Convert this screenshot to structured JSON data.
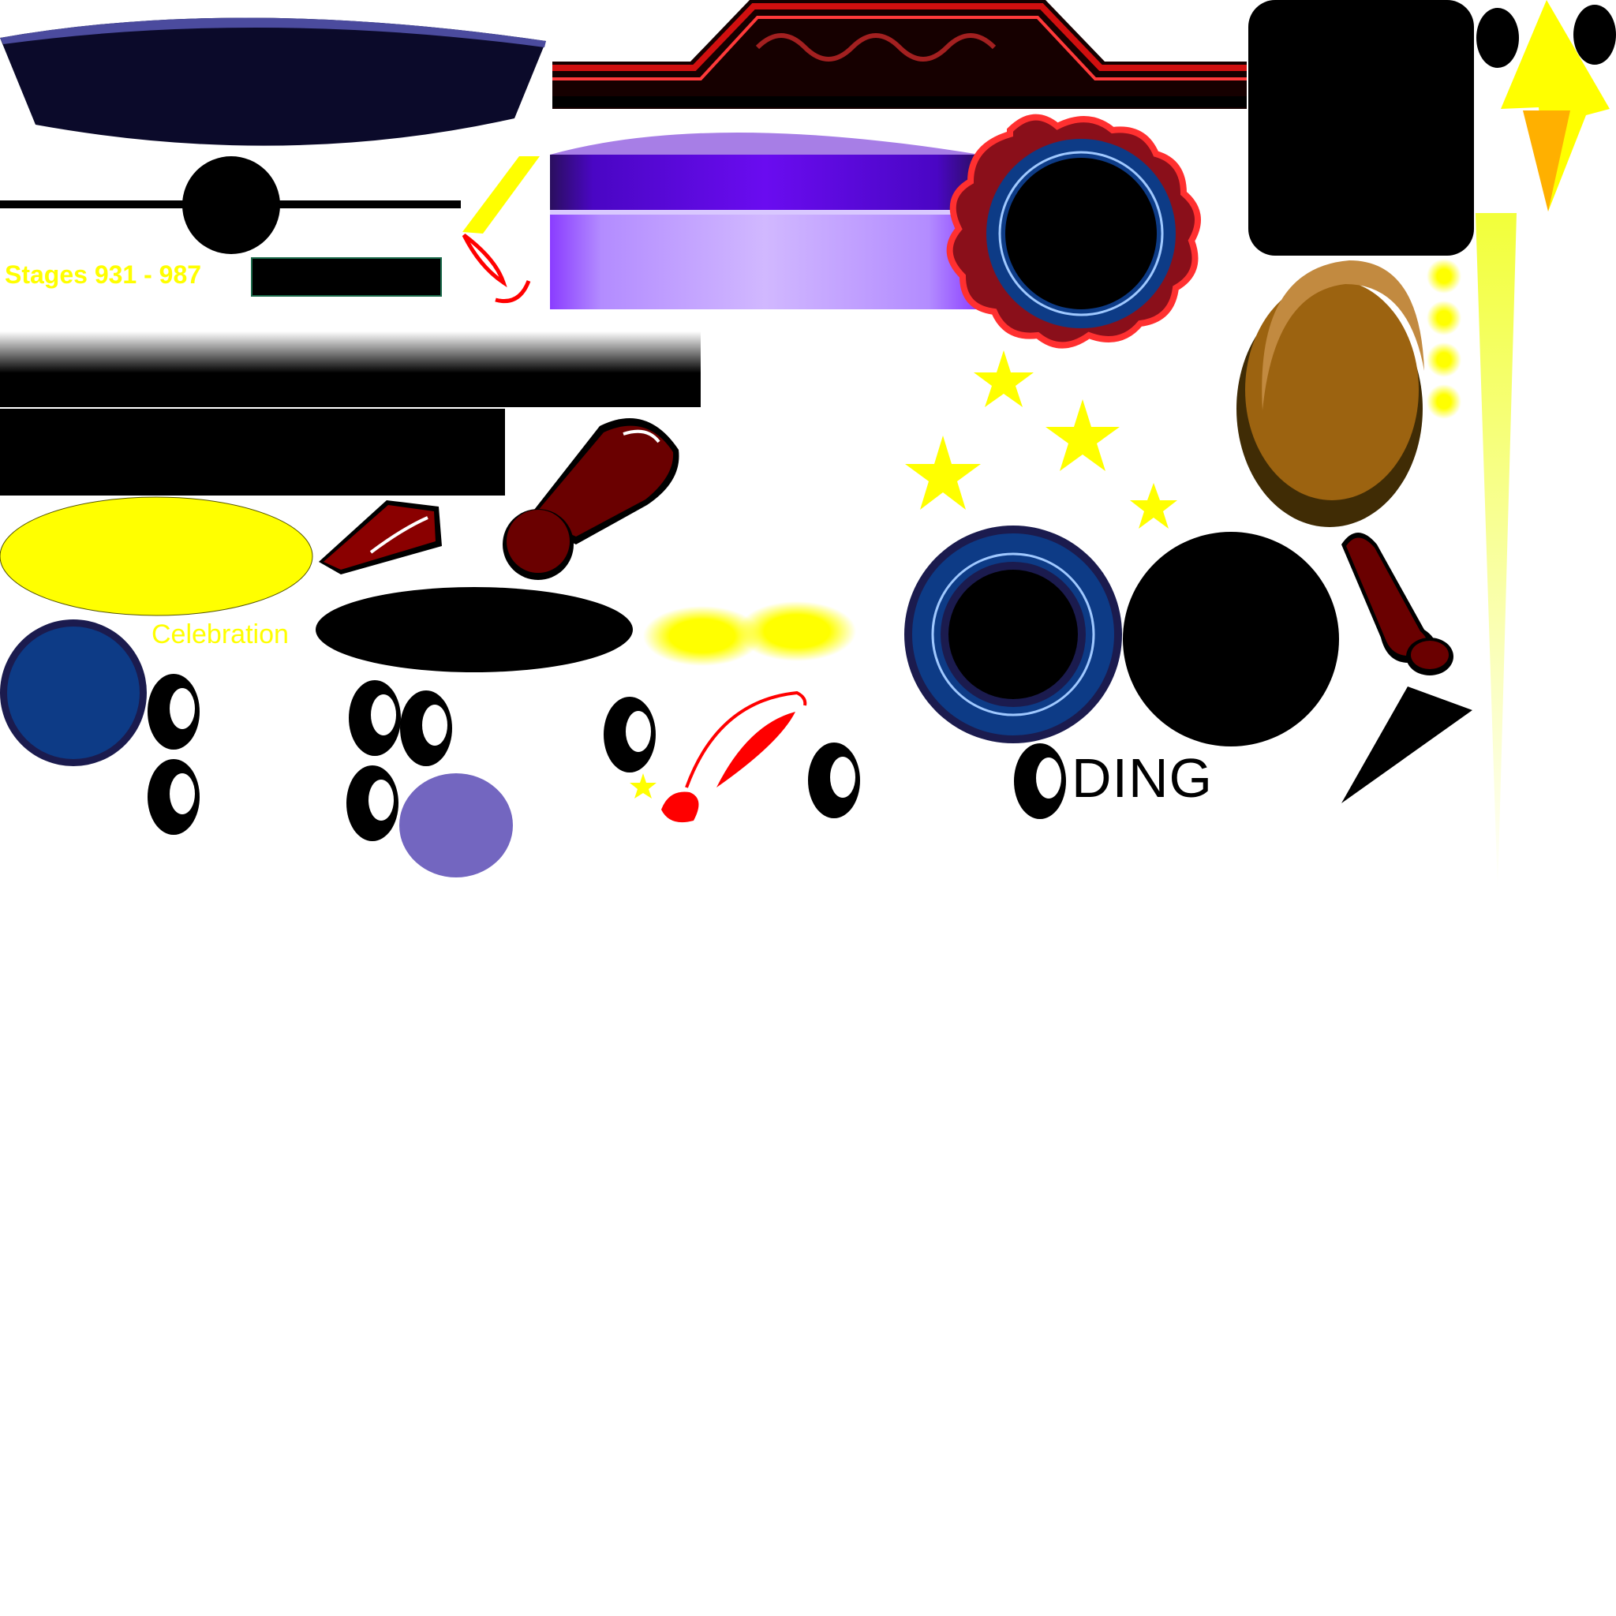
{
  "sheet": {
    "labels": {
      "stages": "Stages 931 - 987",
      "celebration": "Celebration",
      "ding": "DING"
    },
    "colors": {
      "background": "#ffffff",
      "navy": "#0b0a2a",
      "navy_highlight": "#4b4b9e",
      "red_frame": "#c81414",
      "purple_dark": "#2a0f5e",
      "purple_mid": "#4a06c4",
      "purple_bright": "#6a0cf0",
      "lavender": "#b38cff",
      "lavender_light": "#d1b8ff",
      "ring_blue": "#0d3b86",
      "ring_dark": "#1b1b4e",
      "yellow": "#ffff00",
      "gold": "#9c6310",
      "gold_dark": "#402c05",
      "maroon": "#6a0000",
      "periwinkle": "#7366c0"
    },
    "sprites": [
      "navy-banner-sprite",
      "ornate-red-frame-sprite",
      "black-square-sprite",
      "arrow-up-sprite",
      "slider-track-sprite",
      "purple-panel-sprite",
      "red-ring-sprite",
      "gradient-bar-sprite",
      "stars-cluster-sprite",
      "gold-coin-sprite",
      "light-beam-sprite",
      "yellow-ellipse-sprite",
      "wedge-sprite",
      "hammer-sprite",
      "black-ellipse-sprite",
      "glow-blob-sprite",
      "blue-ring-sprite",
      "black-disc-sprite",
      "brush-sprite",
      "blade-sprite",
      "blue-disc-sprite",
      "eye-sprites",
      "periwinkle-disc-sprite"
    ]
  }
}
